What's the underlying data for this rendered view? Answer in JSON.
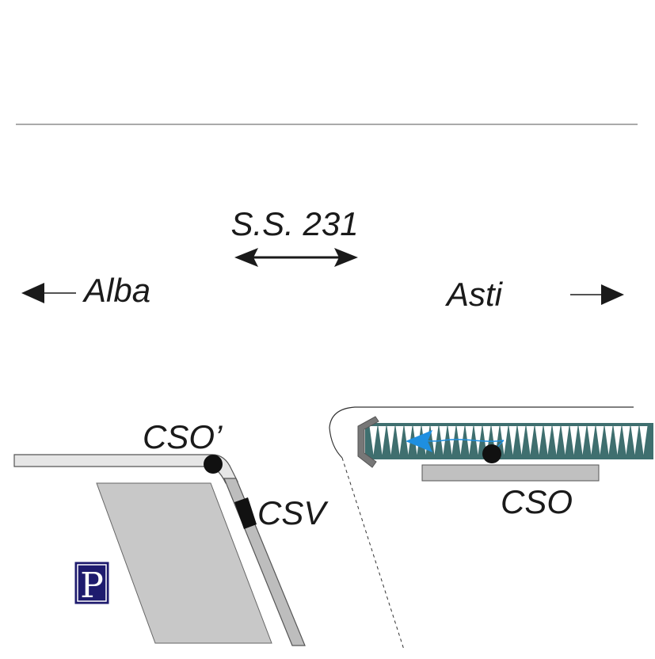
{
  "labels": {
    "road": "S.S. 231",
    "left_destination": "Alba",
    "right_destination": "Asti",
    "cso_prime": "CSO’",
    "csv": "CSV",
    "cso": "CSO",
    "parking": "P"
  },
  "colors": {
    "ink": "#1a1a1a",
    "gray_fill": "#c8c8c8",
    "gray_stroke": "#555555",
    "light_bar": "#e6e6e6",
    "parking_bg": "#1e1b6e",
    "spring": "#3f6f6f",
    "flow_arrow": "#1e8fe0"
  }
}
